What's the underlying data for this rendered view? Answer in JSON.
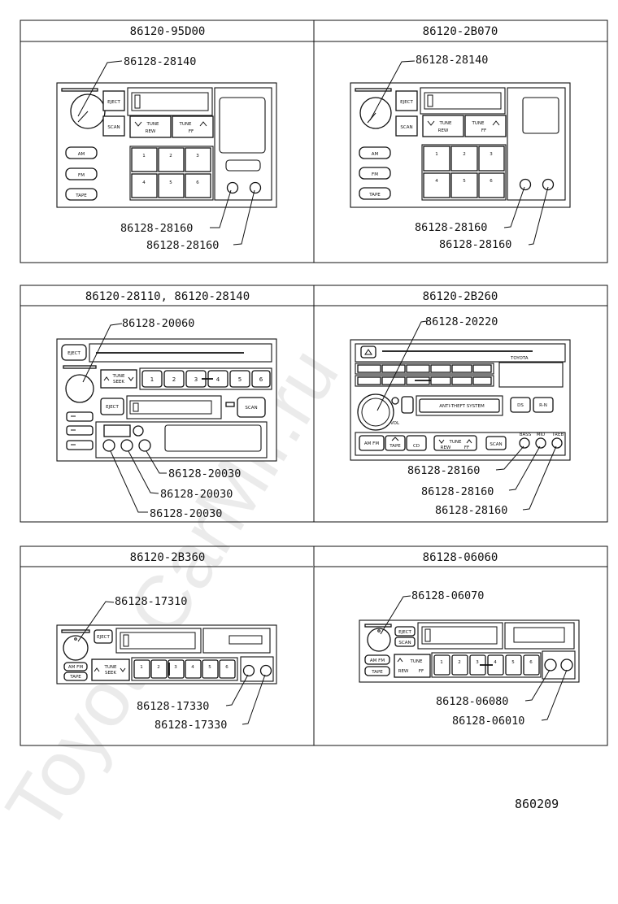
{
  "watermark": "ToyotaCarMir.ru",
  "figure_number": "860209",
  "panels": [
    {
      "header": "86120-95D00",
      "callouts": [
        "86128-28140",
        "86128-28160",
        "86128-28160"
      ],
      "labels": {
        "eject": "EJECT",
        "scan": "SCAN",
        "tune_down": "TUNE",
        "rew": "REW",
        "tune_up": "TUNE",
        "ff": "FF",
        "am": "AM",
        "fm": "FM",
        "tape": "TAPE",
        "presets": [
          "1",
          "2",
          "3",
          "4",
          "5",
          "6"
        ]
      }
    },
    {
      "header": "86120-2B070",
      "callouts": [
        "86128-28140",
        "86128-28160",
        "86128-28160"
      ],
      "labels": {
        "eject": "EJECT",
        "scan": "SCAN",
        "tune_down": "TUNE",
        "rew": "REW",
        "tune_up": "TUNE",
        "ff": "FF",
        "am": "AM",
        "fm": "FM",
        "tape": "TAPE",
        "presets": [
          "1",
          "2",
          "3",
          "4",
          "5",
          "6"
        ]
      }
    },
    {
      "header": "86120-28110, 86120-28140",
      "callouts": [
        "86128-20060",
        "86128-20030",
        "86128-20030",
        "86128-20030"
      ],
      "labels": {
        "eject": "EJECT",
        "eject2": "EJECT",
        "scan": "SCAN",
        "tune": "TUNE",
        "seek": "SEEK",
        "presets": [
          "1",
          "2",
          "3",
          "4",
          "5",
          "6"
        ]
      }
    },
    {
      "header": "86120-2B260",
      "callouts": [
        "86128-20220",
        "86128-28160",
        "86128-28160",
        "86128-28160"
      ],
      "labels": {
        "anti_theft": "ANTI-THEFT SYSTEM",
        "am_fm": "AM FM",
        "tape": "TAPE",
        "cd": "CD",
        "tune": "TUNE",
        "scan": "SCAN",
        "bass": "BASS",
        "mid": "MID",
        "treb": "TREB",
        "rew": "REW",
        "ff": "FF",
        "ds": "DS",
        "rn": "R-N",
        "vol": "VOL",
        "toyota": "TOYOTA"
      }
    },
    {
      "header": "86120-2B360",
      "callouts": [
        "86128-17310",
        "86128-17330",
        "86128-17330"
      ],
      "labels": {
        "eject": "EJECT",
        "am_fm": "AM FM",
        "tape": "TAPE",
        "tune": "TUNE",
        "seek": "SEEK",
        "presets": [
          "1",
          "2",
          "3",
          "4",
          "5",
          "6"
        ]
      }
    },
    {
      "header": "86128-06060",
      "callouts": [
        "86128-06070",
        "86128-06080",
        "86128-06010"
      ],
      "labels": {
        "eject": "EJECT",
        "scan": "SCAN",
        "am_fm": "AM FM",
        "tape": "TAPE",
        "tune": "TUNE",
        "rew": "REW",
        "ff": "FF",
        "presets": [
          "1",
          "2",
          "3",
          "4",
          "5",
          "6"
        ]
      }
    }
  ]
}
